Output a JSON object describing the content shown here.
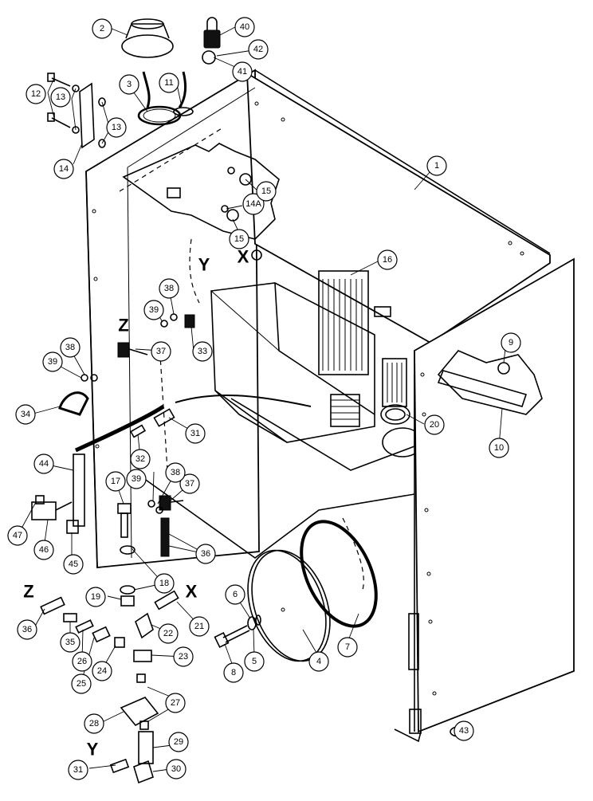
{
  "diagram": {
    "callouts": [
      {
        "id": "c1",
        "label": "1"
      },
      {
        "id": "c2",
        "label": "2"
      },
      {
        "id": "c3",
        "label": "3"
      },
      {
        "id": "c4",
        "label": "4"
      },
      {
        "id": "c5",
        "label": "5"
      },
      {
        "id": "c6",
        "label": "6"
      },
      {
        "id": "c7",
        "label": "7"
      },
      {
        "id": "c8",
        "label": "8"
      },
      {
        "id": "c9",
        "label": "9"
      },
      {
        "id": "c10",
        "label": "10"
      },
      {
        "id": "c11",
        "label": "11"
      },
      {
        "id": "c12",
        "label": "12"
      },
      {
        "id": "c13a",
        "label": "13"
      },
      {
        "id": "c13b",
        "label": "13"
      },
      {
        "id": "c14",
        "label": "14"
      },
      {
        "id": "c14a",
        "label": "14A"
      },
      {
        "id": "c15a",
        "label": "15"
      },
      {
        "id": "c15b",
        "label": "15"
      },
      {
        "id": "c16",
        "label": "16"
      },
      {
        "id": "c17",
        "label": "17"
      },
      {
        "id": "c18",
        "label": "18"
      },
      {
        "id": "c19",
        "label": "19"
      },
      {
        "id": "c20",
        "label": "20"
      },
      {
        "id": "c21",
        "label": "21"
      },
      {
        "id": "c22",
        "label": "22"
      },
      {
        "id": "c23",
        "label": "23"
      },
      {
        "id": "c24",
        "label": "24"
      },
      {
        "id": "c25",
        "label": "25"
      },
      {
        "id": "c26",
        "label": "26"
      },
      {
        "id": "c27",
        "label": "27"
      },
      {
        "id": "c28",
        "label": "28"
      },
      {
        "id": "c29",
        "label": "29"
      },
      {
        "id": "c30",
        "label": "30"
      },
      {
        "id": "c31a",
        "label": "31"
      },
      {
        "id": "c31b",
        "label": "31"
      },
      {
        "id": "c32",
        "label": "32"
      },
      {
        "id": "c33",
        "label": "33"
      },
      {
        "id": "c34",
        "label": "34"
      },
      {
        "id": "c35",
        "label": "35"
      },
      {
        "id": "c36a",
        "label": "36"
      },
      {
        "id": "c36b",
        "label": "36"
      },
      {
        "id": "c37a",
        "label": "37"
      },
      {
        "id": "c37b",
        "label": "37"
      },
      {
        "id": "c38a",
        "label": "38"
      },
      {
        "id": "c38b",
        "label": "38"
      },
      {
        "id": "c38c",
        "label": "38"
      },
      {
        "id": "c39a",
        "label": "39"
      },
      {
        "id": "c39b",
        "label": "39"
      },
      {
        "id": "c39c",
        "label": "39"
      },
      {
        "id": "c40",
        "label": "40"
      },
      {
        "id": "c41",
        "label": "41"
      },
      {
        "id": "c42",
        "label": "42"
      },
      {
        "id": "c43",
        "label": "43"
      },
      {
        "id": "c44",
        "label": "44"
      },
      {
        "id": "c45",
        "label": "45"
      },
      {
        "id": "c46",
        "label": "46"
      },
      {
        "id": "c47",
        "label": "47"
      }
    ],
    "reference_letters": {
      "z_top": "Z",
      "z_bottom": "Z",
      "y_top": "Y",
      "y_bottom": "Y",
      "x_top": "X",
      "x_bottom": "X"
    }
  }
}
